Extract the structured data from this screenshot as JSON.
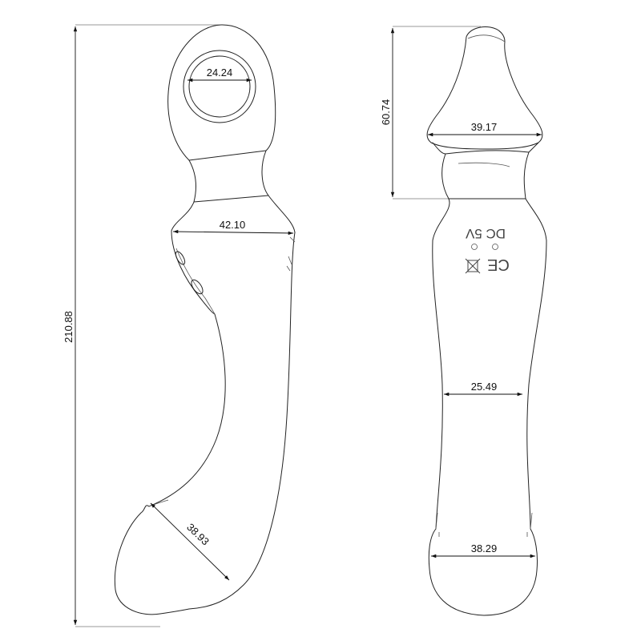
{
  "dimensions": {
    "overall_length": "210.88",
    "ring_diameter": "24.24",
    "side_neck_width": "42.10",
    "tip_width_side": "38.93",
    "head_length": "60.74",
    "head_width": "39.17",
    "shaft_width": "25.49",
    "base_width": "38.29"
  },
  "markings": {
    "ce": "CE",
    "power": "DC 5V"
  }
}
